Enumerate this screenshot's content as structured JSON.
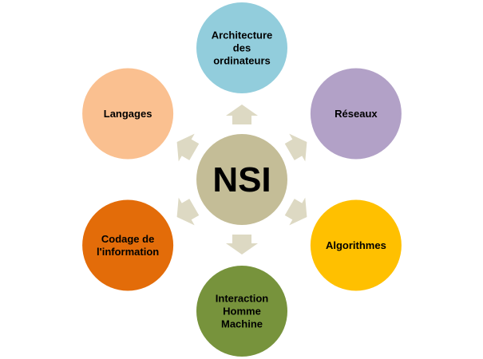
{
  "center": {
    "label": "NSI",
    "color": "#C4BD97"
  },
  "arrow_color": "#DDD9C3",
  "nodes": [
    {
      "lines": [
        "Architecture",
        "des",
        "ordinateurs"
      ],
      "color": "#92CDDC"
    },
    {
      "lines": [
        "Réseaux"
      ],
      "color": "#B2A1C7"
    },
    {
      "lines": [
        "Algorithmes"
      ],
      "color": "#FFC000"
    },
    {
      "lines": [
        "Interaction",
        "Homme",
        "Machine"
      ],
      "color": "#77933C"
    },
    {
      "lines": [
        "Codage de",
        "l'information"
      ],
      "color": "#E36C09"
    },
    {
      "lines": [
        "Langages"
      ],
      "color": "#FAC090"
    }
  ]
}
